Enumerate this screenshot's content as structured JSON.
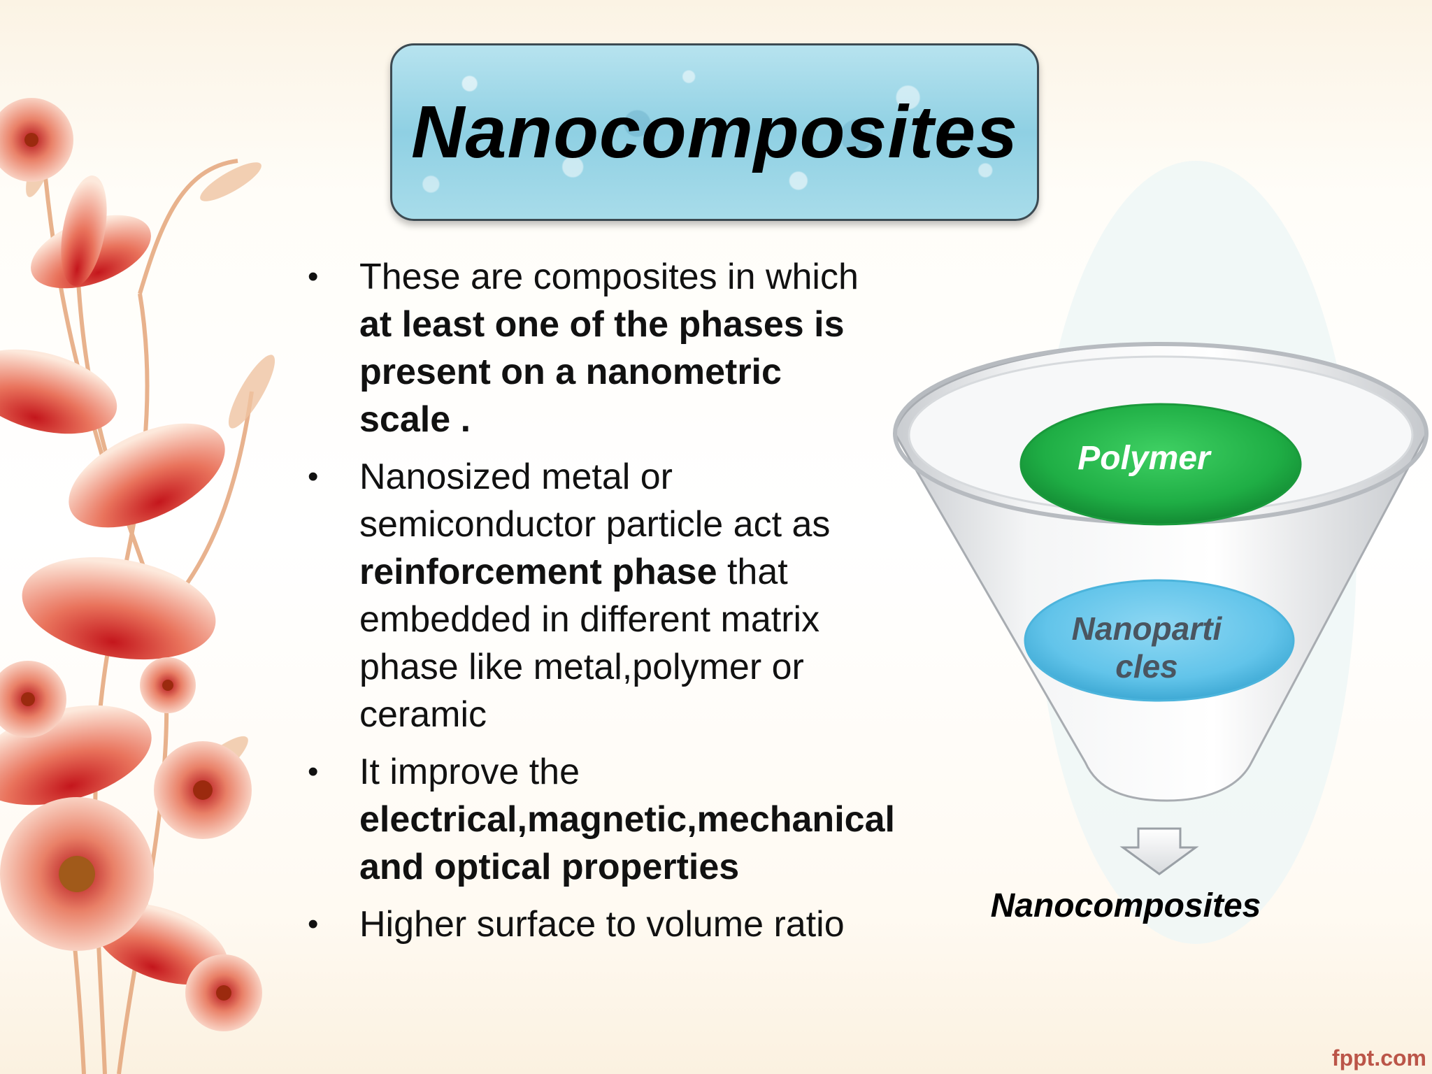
{
  "title": "Nanocomposites",
  "bullets": [
    {
      "segments": [
        {
          "text": "These are composites in which ",
          "bold": false
        },
        {
          "text": "at least one of the phases is present on a nanometric scale .",
          "bold": true
        }
      ]
    },
    {
      "segments": [
        {
          "text": "Nanosized metal or semiconductor particle act as ",
          "bold": false
        },
        {
          "text": "reinforcement phase",
          "bold": true
        },
        {
          "text": " that embedded in different matrix phase like metal,polymer or ceramic",
          "bold": false
        }
      ]
    },
    {
      "segments": [
        {
          "text": "It improve the ",
          "bold": false
        },
        {
          "text": "electrical,magnetic,mechanical and optical properties",
          "bold": true
        }
      ]
    },
    {
      "segments": [
        {
          "text": "Higher surface to volume ratio",
          "bold": false
        }
      ]
    }
  ],
  "diagram": {
    "input_top": "Polymer",
    "input_bottom_line1": "Nanoparti",
    "input_bottom_line2": "cles",
    "output": "Nanocomposites",
    "colors": {
      "polymer": "#1fae45",
      "nanoparticles": "#62c4ea",
      "funnel": "#e4e6e8"
    }
  },
  "watermark": "fppt.com"
}
